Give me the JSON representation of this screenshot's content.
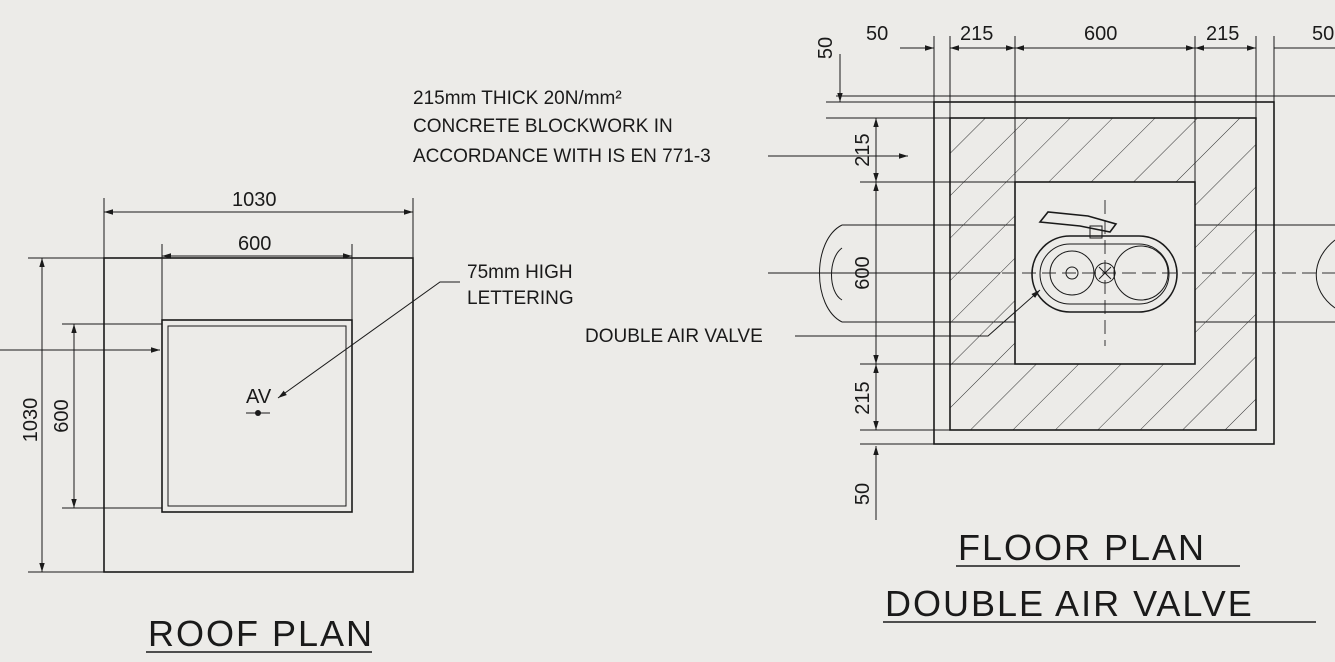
{
  "roof_plan": {
    "title": "ROOF PLAN",
    "dim_overall_width": "1030",
    "dim_cover_width": "600",
    "dim_overall_height": "1030",
    "dim_cover_height": "600",
    "cover_lettering": "AV",
    "note_lettering_line1": "75mm HIGH",
    "note_lettering_line2": "LETTERING"
  },
  "notes": {
    "blockwork_line1": "215mm THICK 20N/mm²",
    "blockwork_line2": "CONCRETE BLOCKWORK IN",
    "blockwork_line3": "ACCORDANCE WITH IS EN 771-3",
    "valve_label": "DOUBLE AIR VALVE"
  },
  "floor_plan": {
    "title_line1": "FLOOR PLAN",
    "title_line2": "DOUBLE AIR VALVE",
    "dims_top": [
      "50",
      "215",
      "600",
      "215",
      "50"
    ],
    "dims_left": [
      "50",
      "215",
      "600",
      "215",
      "50"
    ]
  }
}
